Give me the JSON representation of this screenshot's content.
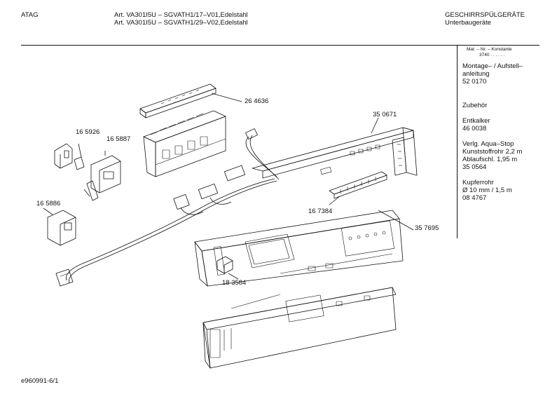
{
  "header": {
    "brand": "ATAG",
    "article_line_1": "Art. VA301I5U – SGVATH1/17–V01,Edelstahl",
    "article_line_2": "Art. VA301I5U – SGVATH1/29–V02,Edelstahl",
    "category": "GESCHIRRSPÜLGERÄTE",
    "subcategory": "Unterbaugeräte"
  },
  "sidebar": {
    "mat_header": "Mat. – Nr. – Konstante",
    "mat_value": "3740  .  .  .  .  .  .",
    "groups": [
      {
        "lines": [
          "Montage– / Aufstell–",
          "anleitung",
          "52 0170"
        ]
      },
      {
        "lines": [
          "Zubehör"
        ]
      },
      {
        "lines": [
          "Entkalker",
          "46 0038"
        ]
      },
      {
        "lines": [
          "Verlg. Aqua–Stop",
          "Kunststoffrohr 2,2 m",
          "Ablaufschl. 1,95 m",
          "35 0564"
        ]
      },
      {
        "lines": [
          "Kupferrohr",
          "Ø 10 mm / 1,5 m",
          "08 4767"
        ]
      }
    ]
  },
  "parts": [
    {
      "id": "264636",
      "label": "26 4636"
    },
    {
      "id": "350671",
      "label": "35 0671"
    },
    {
      "id": "165926",
      "label": "16 5926"
    },
    {
      "id": "165887",
      "label": "16 5887"
    },
    {
      "id": "165886",
      "label": "16 5886"
    },
    {
      "id": "167384",
      "label": "16 7384"
    },
    {
      "id": "357695",
      "label": "35 7695"
    },
    {
      "id": "183584",
      "label": "18 3584"
    }
  ],
  "footer": {
    "doc_id": "e960991-6/1"
  }
}
